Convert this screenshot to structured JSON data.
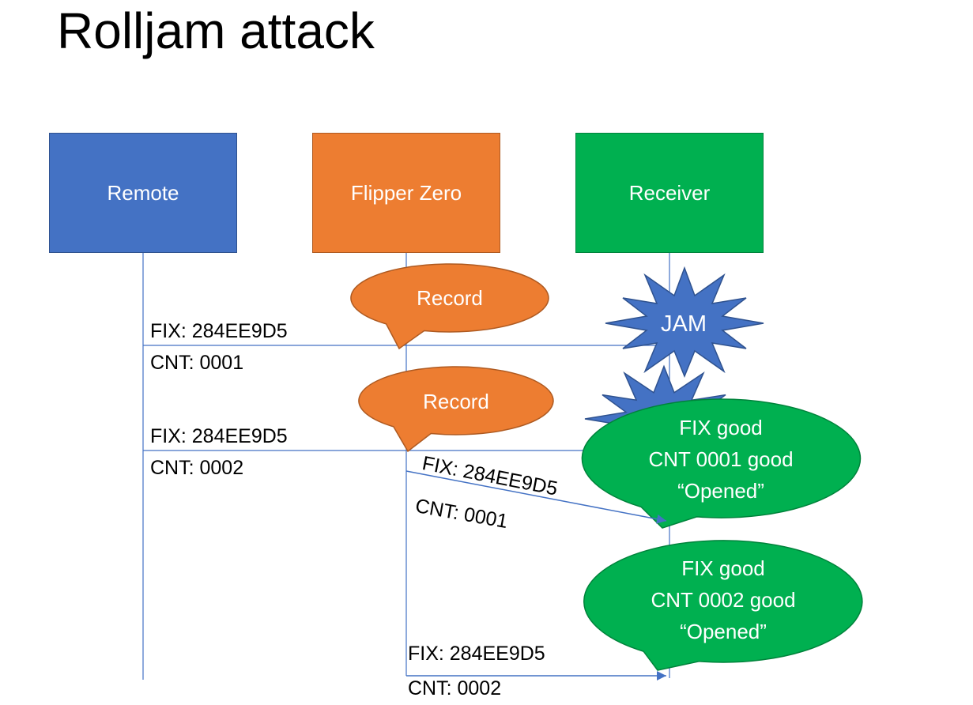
{
  "title": "Rolljam attack",
  "colors": {
    "actor_blue": "#4472C4",
    "actor_blue_border": "#2F528F",
    "actor_orange": "#ED7D31",
    "actor_orange_border": "#AE5A21",
    "actor_green": "#00B050",
    "actor_green_border": "#00833B",
    "connector_blue": "#4472C4",
    "text_on_shape": "#ffffff",
    "text_label": "#000000"
  },
  "actors": [
    {
      "id": "remote",
      "label": "Remote"
    },
    {
      "id": "flipper",
      "label": "Flipper Zero"
    },
    {
      "id": "receiver",
      "label": "Receiver"
    }
  ],
  "messages": [
    {
      "fix": "FIX: 284EE9D5",
      "cnt": "CNT: 0001"
    },
    {
      "fix": "FIX: 284EE9D5",
      "cnt": "CNT: 0002"
    },
    {
      "fix": "FIX: 284EE9D5",
      "cnt": "CNT: 0001"
    },
    {
      "fix": "FIX: 284EE9D5",
      "cnt": "CNT: 0002"
    }
  ],
  "callouts": {
    "record1": "Record",
    "record2": "Record",
    "jam": "JAM",
    "result1": [
      "FIX good",
      "CNT 0001 good",
      "“Opened”"
    ],
    "result2": [
      "FIX good",
      "CNT 0002 good",
      "“Opened”"
    ]
  }
}
